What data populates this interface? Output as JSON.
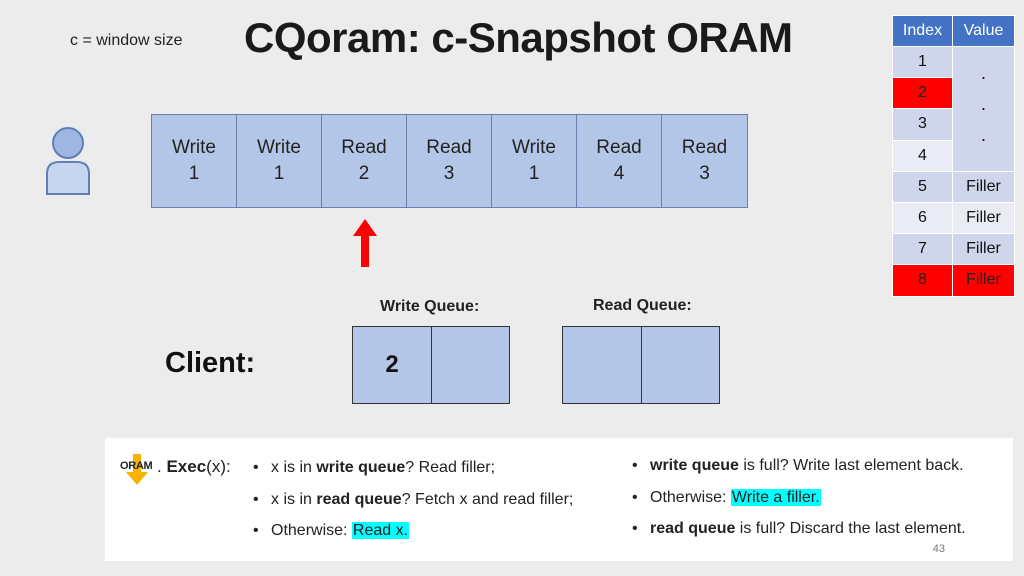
{
  "slide": {
    "note": "c = window size",
    "title": "CQoram: c-Snapshot ORAM",
    "page_number": "43"
  },
  "oram_table": {
    "headers": [
      "Index",
      "Value"
    ],
    "indices": [
      "1",
      "2",
      "3",
      "4",
      "5",
      "6",
      "7",
      "8"
    ],
    "dots": [
      "·",
      "·",
      "·"
    ],
    "values": [
      "Filler",
      "Filler",
      "Filler",
      "Filler"
    ],
    "highlight_color": "#ff0000"
  },
  "sequence": [
    {
      "op": "Write",
      "idx": "1"
    },
    {
      "op": "Write",
      "idx": "1"
    },
    {
      "op": "Read",
      "idx": "2"
    },
    {
      "op": "Read",
      "idx": "3"
    },
    {
      "op": "Write",
      "idx": "1"
    },
    {
      "op": "Read",
      "idx": "4"
    },
    {
      "op": "Read",
      "idx": "3"
    }
  ],
  "client": {
    "label": "Client:",
    "write_queue_label": "Write Queue:",
    "read_queue_label": "Read Queue:",
    "write_queue_cell": "2"
  },
  "panel": {
    "oram_word": "ORAM",
    "exec_prefix": ". ",
    "exec_bold": "Exec",
    "exec_suffix": "(x):",
    "left_bullets": [
      {
        "pre": "x is in ",
        "bold": "write queue",
        "post": "? Read filler;",
        "hl": ""
      },
      {
        "pre": "x is in ",
        "bold": "read queue",
        "post": "? Fetch x and read filler;",
        "hl": ""
      },
      {
        "pre": "Otherwise: ",
        "bold": "",
        "post": "",
        "hl": "Read x."
      }
    ],
    "right_bullets": [
      {
        "pre": "",
        "bold": "write queue",
        "post": " is full? Write last element back.",
        "hl": ""
      },
      {
        "pre": "Otherwise: ",
        "bold": "",
        "post": "",
        "hl": "Write a filler."
      },
      {
        "pre": "",
        "bold": "read queue",
        "post": " is full? Discard the last element.",
        "hl": ""
      }
    ],
    "highlight_color": "#00ffff"
  }
}
